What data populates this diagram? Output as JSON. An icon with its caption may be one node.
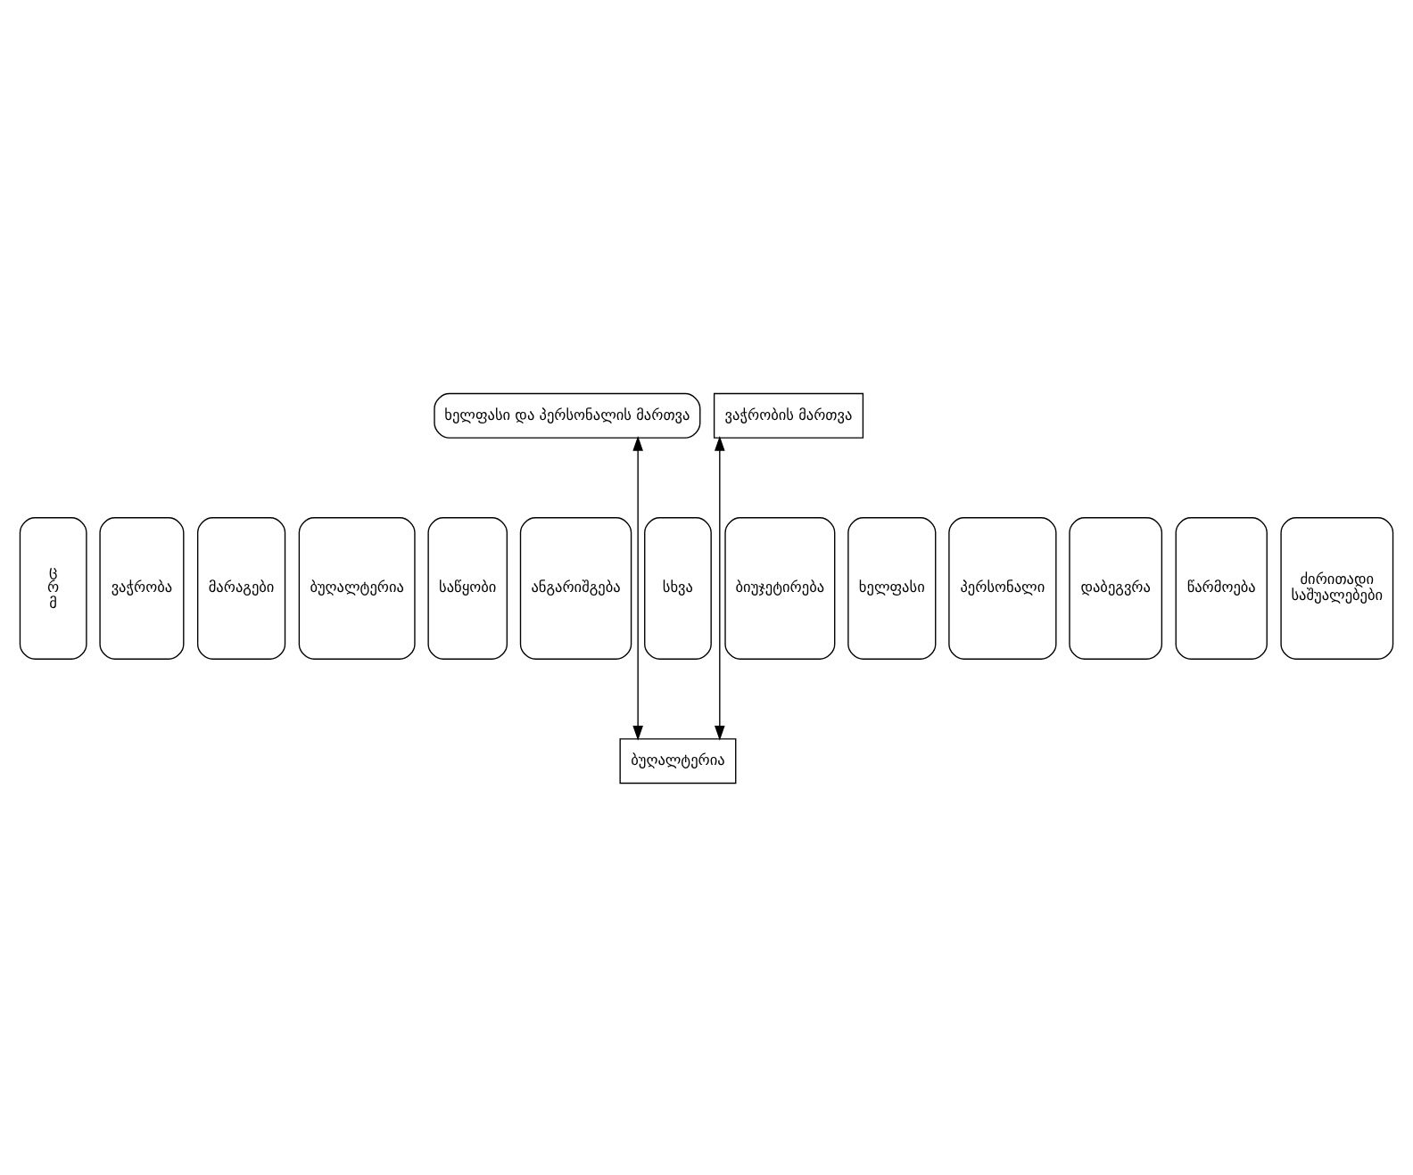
{
  "diagram": {
    "nodes": [
      {
        "text": [
          "ხელფასი და პერსონალის მართვა"
        ]
      },
      {
        "text": [
          "ვაჭრობის მართვა"
        ]
      },
      {
        "text": [
          "ც რ მ"
        ]
      },
      {
        "text": [
          "ვაჭრობა"
        ]
      },
      {
        "text": [
          "მარაგები"
        ]
      },
      {
        "text": [
          "ბუღალტერია"
        ]
      },
      {
        "text": [
          "საწყობი"
        ]
      },
      {
        "text": [
          "ანგარიშგება"
        ]
      },
      {
        "text": [
          "სხვა"
        ]
      },
      {
        "text": [
          "ბიუჯეტირება"
        ]
      },
      {
        "text": [
          "ხელფასი"
        ]
      },
      {
        "text": [
          "პერსონალი"
        ]
      },
      {
        "text": [
          "დაბეგვრა"
        ]
      },
      {
        "text": [
          "წარმოება"
        ]
      },
      {
        "text": [
          "ძირითადი საშუალებები"
        ]
      },
      {
        "text": [
          "ბუღალტერია"
        ]
      }
    ],
    "edges": [
      {
        "from": 1,
        "to": 15,
        "arrow": "both"
      },
      {
        "from": 0,
        "to": 15,
        "arrow": "both"
      }
    ]
  }
}
